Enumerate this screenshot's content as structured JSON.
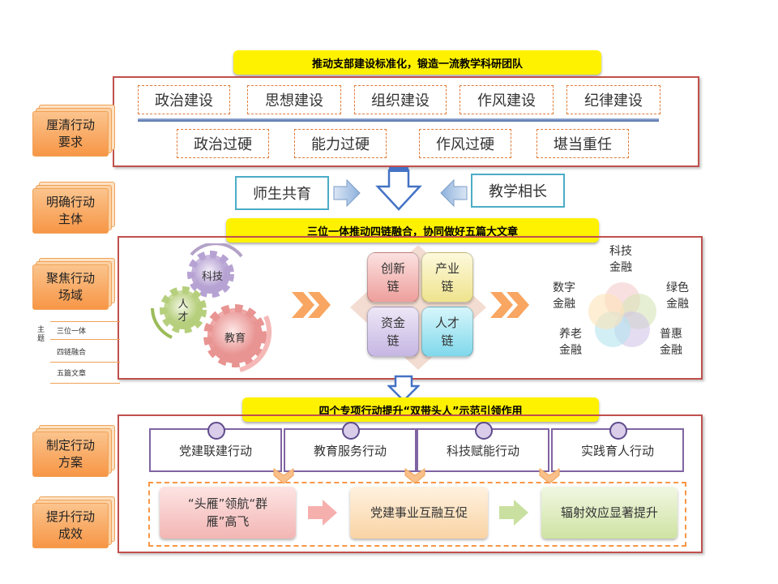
{
  "banners": {
    "b1": "推动支部建设标准化，锻造一流教学科研团队",
    "b2": "三位一体推动四链融合，协同做好五篇大文章",
    "b3": "四个专项行动提升“双带头人”示范引领作用"
  },
  "side_labels": [
    [
      "厘清行动",
      "要求"
    ],
    [
      "明确行动",
      "主体"
    ],
    [
      "聚焦行动",
      "场域"
    ],
    [
      "制定行动",
      "方案"
    ],
    [
      "提升行动",
      "成效"
    ]
  ],
  "requirements": {
    "row1": [
      "政治建设",
      "思想建设",
      "组织建设",
      "作风建设",
      "纪律建设"
    ],
    "row2": [
      "政治过硬",
      "能力过硬",
      "作风过硬",
      "堪当重任"
    ]
  },
  "subjects": {
    "left": "师生共育",
    "right": "教学相长"
  },
  "gears": {
    "top": "科技",
    "left": "人才",
    "bottom": "教育"
  },
  "chains": [
    [
      "创新",
      "链"
    ],
    [
      "产业",
      "链"
    ],
    [
      "资金",
      "链"
    ],
    [
      "人才",
      "链"
    ]
  ],
  "finance": {
    "tech": [
      "科技",
      "金融"
    ],
    "digital": [
      "数字",
      "金融"
    ],
    "green": [
      "绿色",
      "金融"
    ],
    "pension": [
      "养老",
      "金融"
    ],
    "inclusive": [
      "普惠",
      "金融"
    ]
  },
  "themes": {
    "label": [
      "主",
      "题"
    ],
    "items": [
      "三位一体",
      "四链融合",
      "五篇文章"
    ]
  },
  "actions": [
    "党建联建行动",
    "教育服务行动",
    "科技赋能行动",
    "实践育人行动"
  ],
  "results": [
    [
      "“头雁”领航“群",
      "雁”高飞"
    ],
    [
      "党建事业互融互促"
    ],
    [
      "辐射效应显著提升"
    ]
  ],
  "colors": {
    "frame": "#c0504d",
    "banner": "#fff200",
    "side": "#f79646",
    "subject_border": "#4bacc6",
    "action_border": "#8064a2",
    "chain_red": "#f2b8b6",
    "chain_yellow": "#f7f0b0",
    "chain_purple": "#d8ccec",
    "chain_cyan": "#9ee3ef"
  }
}
